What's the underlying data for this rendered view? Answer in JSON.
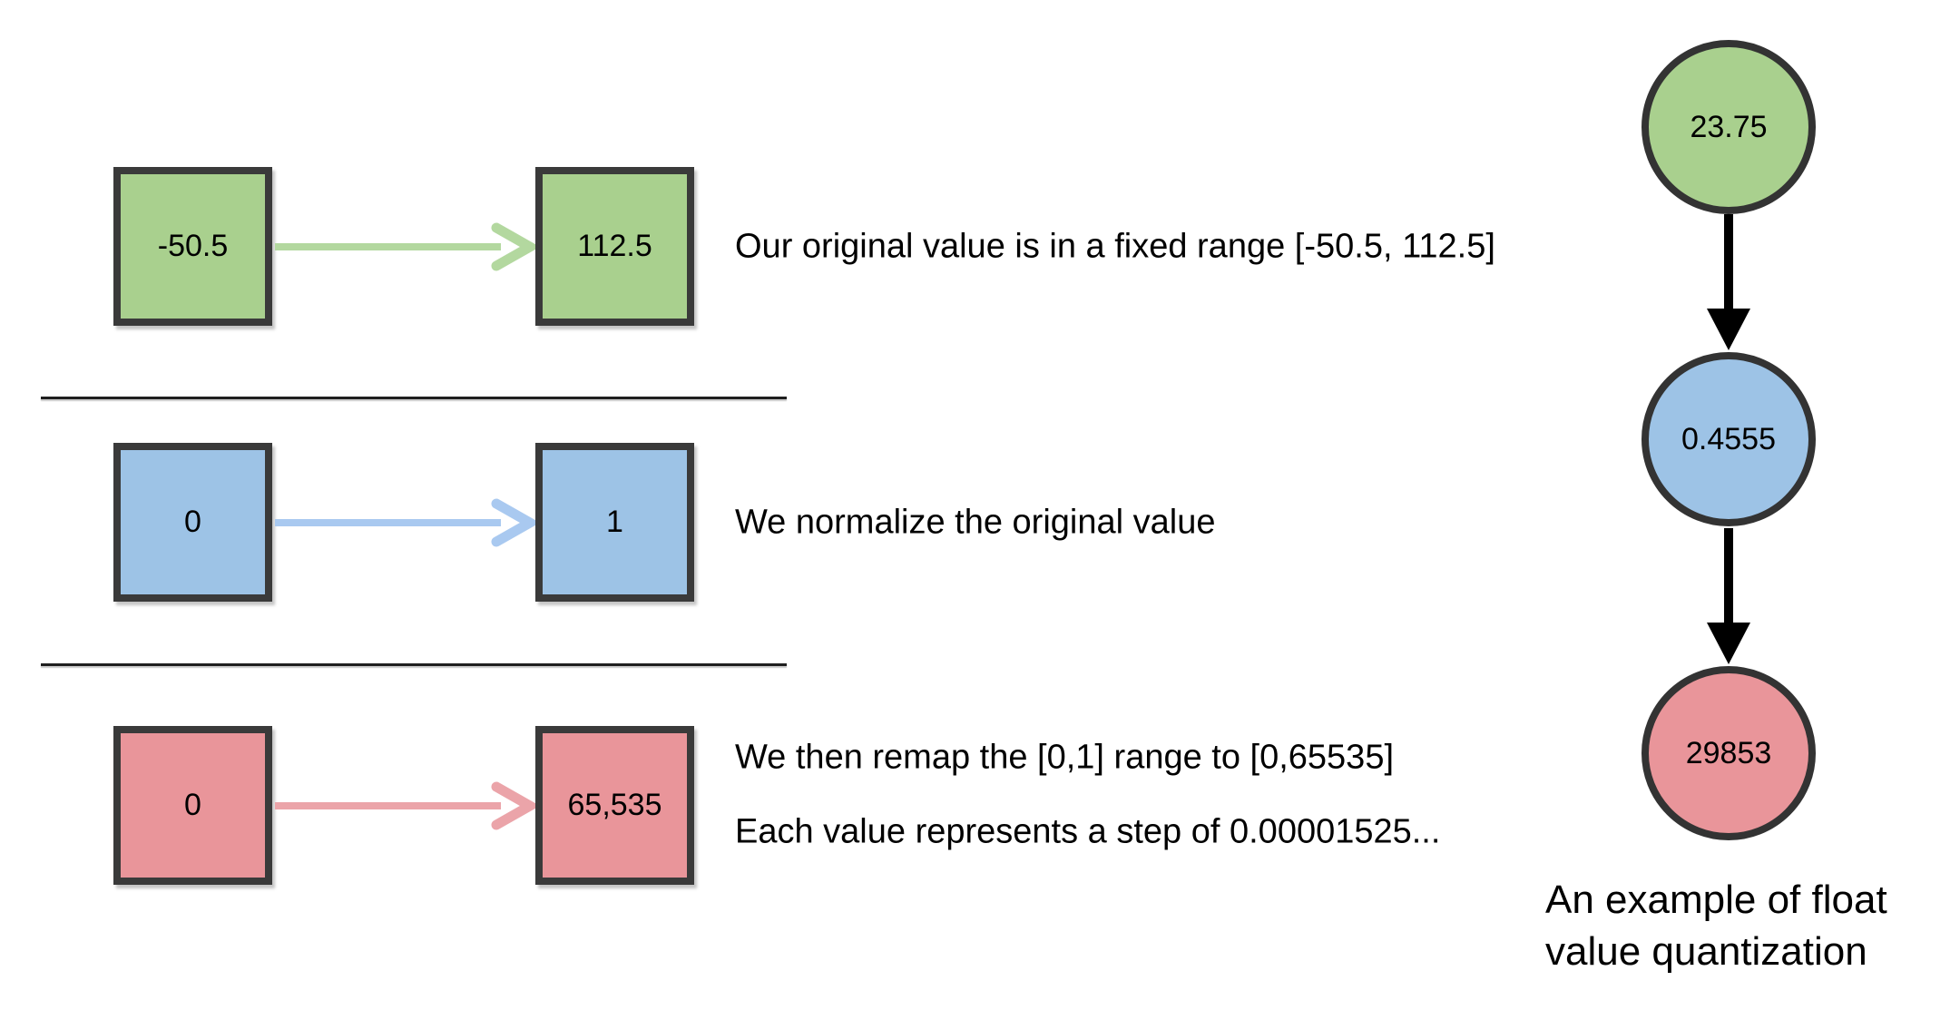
{
  "colors": {
    "green_fill": "#a9d08e",
    "green_arrow": "#b3d89f",
    "blue_fill": "#9dc3e6",
    "blue_arrow": "#a9c9f0",
    "red_fill": "#e9959a",
    "red_arrow": "#eba4a9",
    "box_border": "#3a3a3a",
    "circle_border": "#333333",
    "flow_arrow": "#000000",
    "divider": "#1f1f1f",
    "text": "#000000"
  },
  "rows": [
    {
      "from": "-50.5",
      "to": "112.5",
      "description": "Our original value is in a fixed range [-50.5, 112.5]"
    },
    {
      "from": "0",
      "to": "1",
      "description": "We normalize the original value"
    },
    {
      "from": "0",
      "to": "65,535",
      "description_line1": "We then remap the [0,1] range to [0,65535]",
      "description_line2": "Each value represents a step of 0.00001525..."
    }
  ],
  "flow": {
    "nodes": [
      {
        "value": "23.75"
      },
      {
        "value": "0.4555"
      },
      {
        "value": "29853"
      }
    ],
    "caption": "An example of float value quantization"
  }
}
